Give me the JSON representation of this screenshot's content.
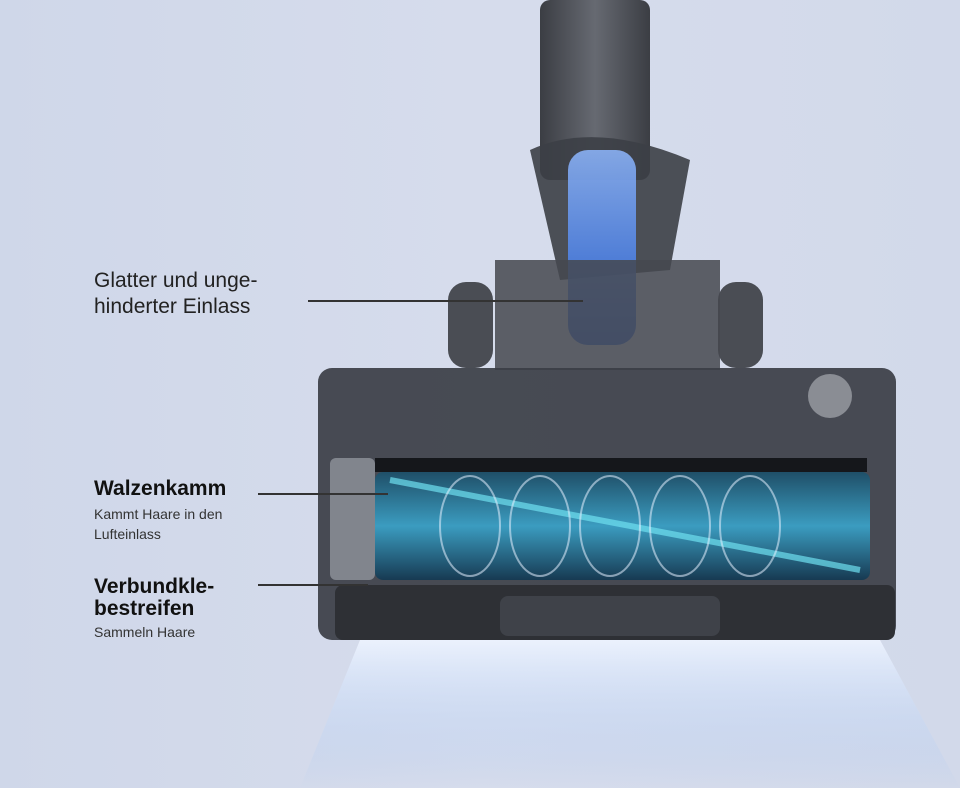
{
  "callouts": [
    {
      "title": "Glatter und unge-\nhinderter Einlass"
    },
    {
      "title": "Walzenkamm",
      "subtitle": "Kammt Haare in den Lufteinlass"
    },
    {
      "title": "Verbundkle-\nbestreifen",
      "subtitle": "Sammeln Haare"
    }
  ],
  "colors": {
    "airflow": "#2f6df0",
    "roller": "#3aa8c8",
    "body": "#3a3d44"
  }
}
